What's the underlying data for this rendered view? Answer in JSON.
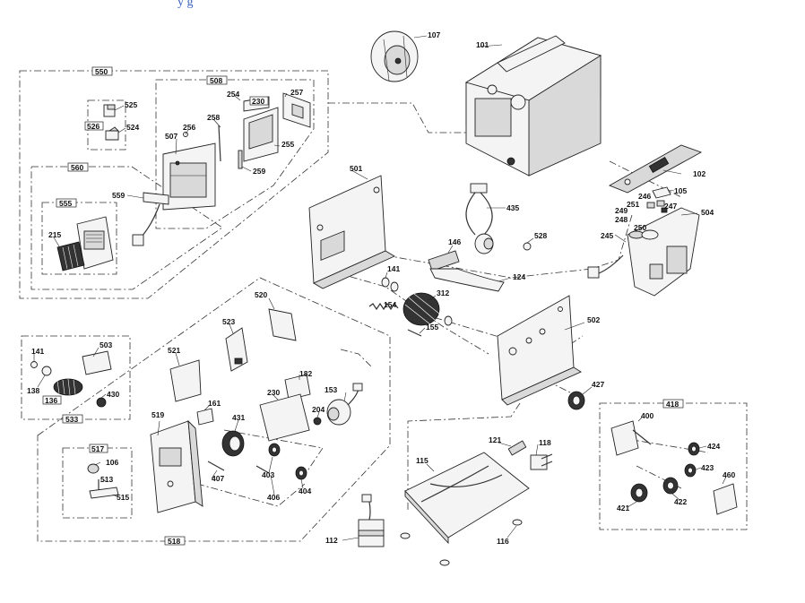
{
  "header": {
    "title_fragment": "y g"
  },
  "colors": {
    "title": "#3a62c2",
    "ink": "#222222"
  },
  "assemblies": [
    {
      "id": "asm-550",
      "label": "550"
    },
    {
      "id": "asm-508",
      "label": "508"
    },
    {
      "id": "asm-526",
      "label": "526"
    },
    {
      "id": "asm-560",
      "label": "560"
    },
    {
      "id": "asm-555",
      "label": "555"
    },
    {
      "id": "asm-533",
      "label": "533"
    },
    {
      "id": "asm-517",
      "label": "517"
    },
    {
      "id": "asm-518",
      "label": "518"
    },
    {
      "id": "asm-418",
      "label": "418"
    },
    {
      "id": "asm-230",
      "label": "230"
    },
    {
      "id": "asm-136",
      "label": "136"
    }
  ],
  "parts": [
    "107",
    "101",
    "525",
    "524",
    "254",
    "257",
    "258",
    "256",
    "507",
    "255",
    "259",
    "102",
    "501",
    "105",
    "251",
    "246",
    "247",
    "249",
    "248",
    "250",
    "504",
    "559",
    "435",
    "245",
    "215",
    "146",
    "528",
    "141",
    "124",
    "312",
    "154",
    "155",
    "520",
    "523",
    "502",
    "521",
    "182",
    "141",
    "138",
    "503",
    "430",
    "153",
    "230",
    "204",
    "427",
    "161",
    "431",
    "519",
    "400",
    "424",
    "121",
    "118",
    "115",
    "423",
    "106",
    "460",
    "513",
    "407",
    "403",
    "515",
    "406",
    "404",
    "421",
    "422",
    "112",
    "116"
  ]
}
